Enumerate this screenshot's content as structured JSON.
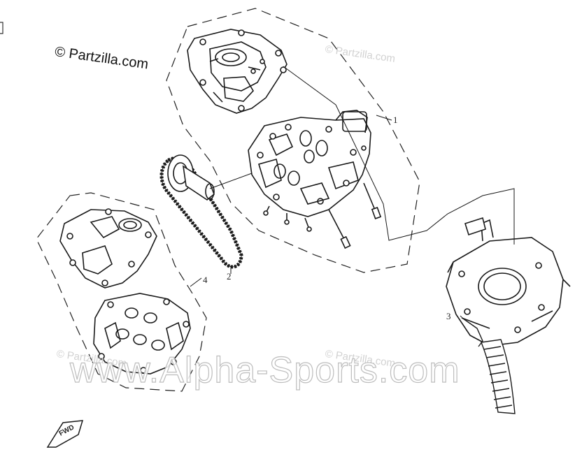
{
  "watermarks": {
    "copyright": "© Partzilla.com",
    "partzilla_top": "© Partzilla.com",
    "partzilla_bottom_left": "© Partzilla.com",
    "partzilla_bottom_mid": "© Partzilla.com",
    "alpha_sports": "www.Alpha-Sports.com"
  },
  "callouts": [
    {
      "number": "1"
    },
    {
      "number": "2"
    },
    {
      "number": "3"
    },
    {
      "number": "4"
    }
  ],
  "fwd_label": "FWD",
  "colors": {
    "line": "#1a1a1a",
    "watermark": "#cfcfcf",
    "background": "#ffffff"
  }
}
